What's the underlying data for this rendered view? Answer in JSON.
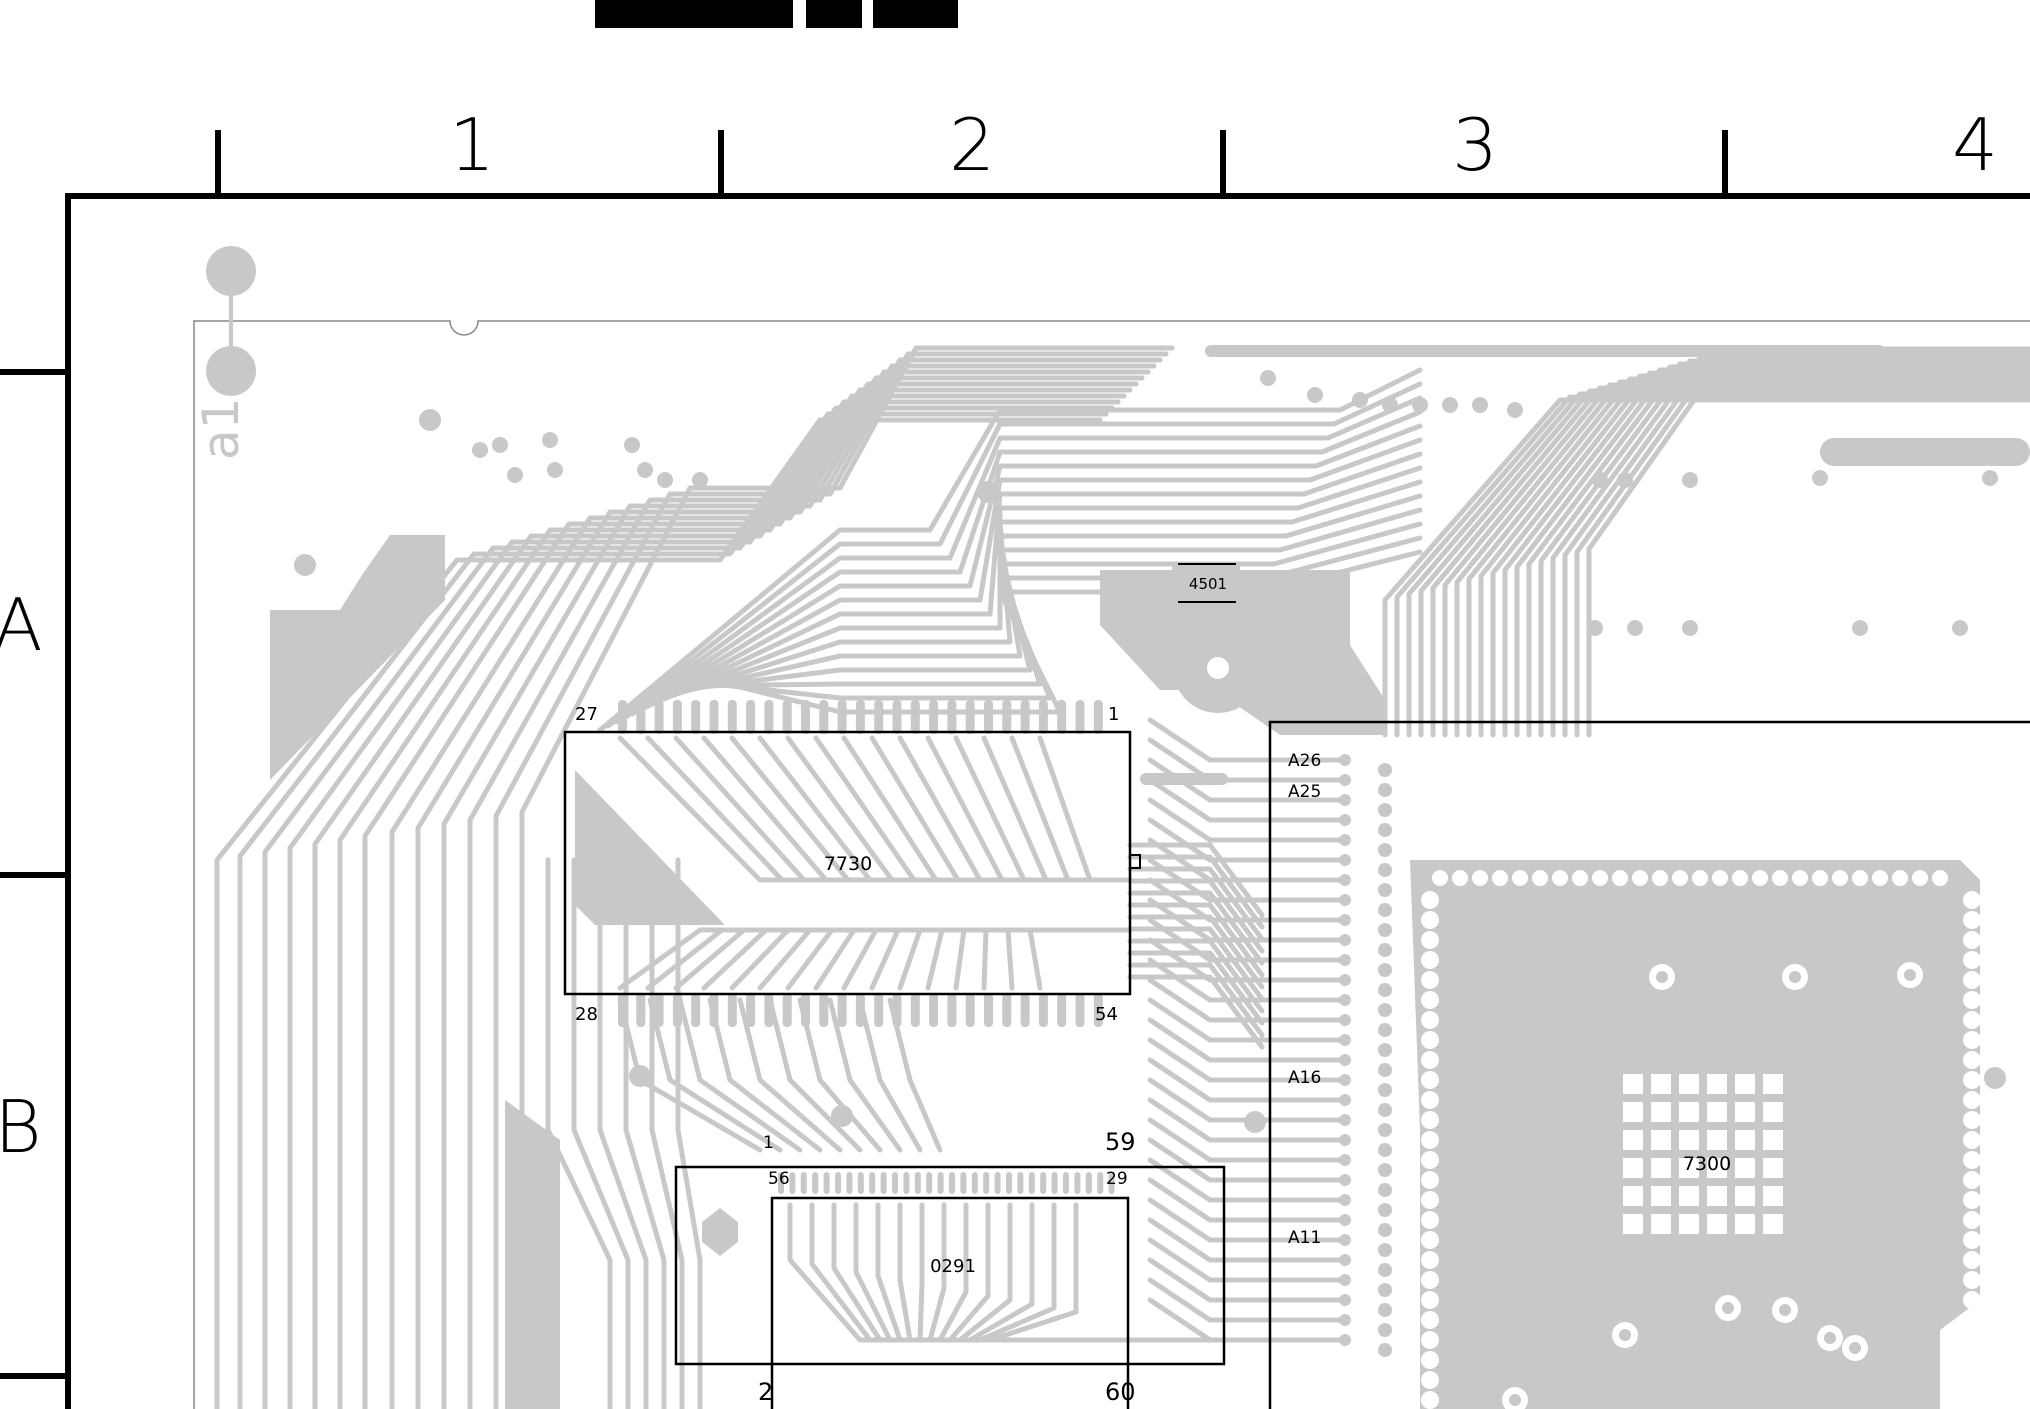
{
  "grid": {
    "columns": [
      "1",
      "2",
      "3",
      "4"
    ],
    "rows": [
      "A",
      "B"
    ]
  },
  "board": {
    "silkscreen": "a1",
    "components": [
      {
        "ref": "4501"
      },
      {
        "ref": "7730",
        "pins": [
          "27",
          "1",
          "28",
          "54"
        ]
      },
      {
        "ref": "7300",
        "pins": [
          "A26",
          "A25",
          "A16",
          "A11"
        ]
      },
      {
        "ref": "0291",
        "pins": [
          "1",
          "59",
          "56",
          "29",
          "2",
          "60"
        ]
      }
    ]
  },
  "colors": {
    "trace": "#c8c8c8",
    "outline": "#000000",
    "background": "#ffffff"
  }
}
